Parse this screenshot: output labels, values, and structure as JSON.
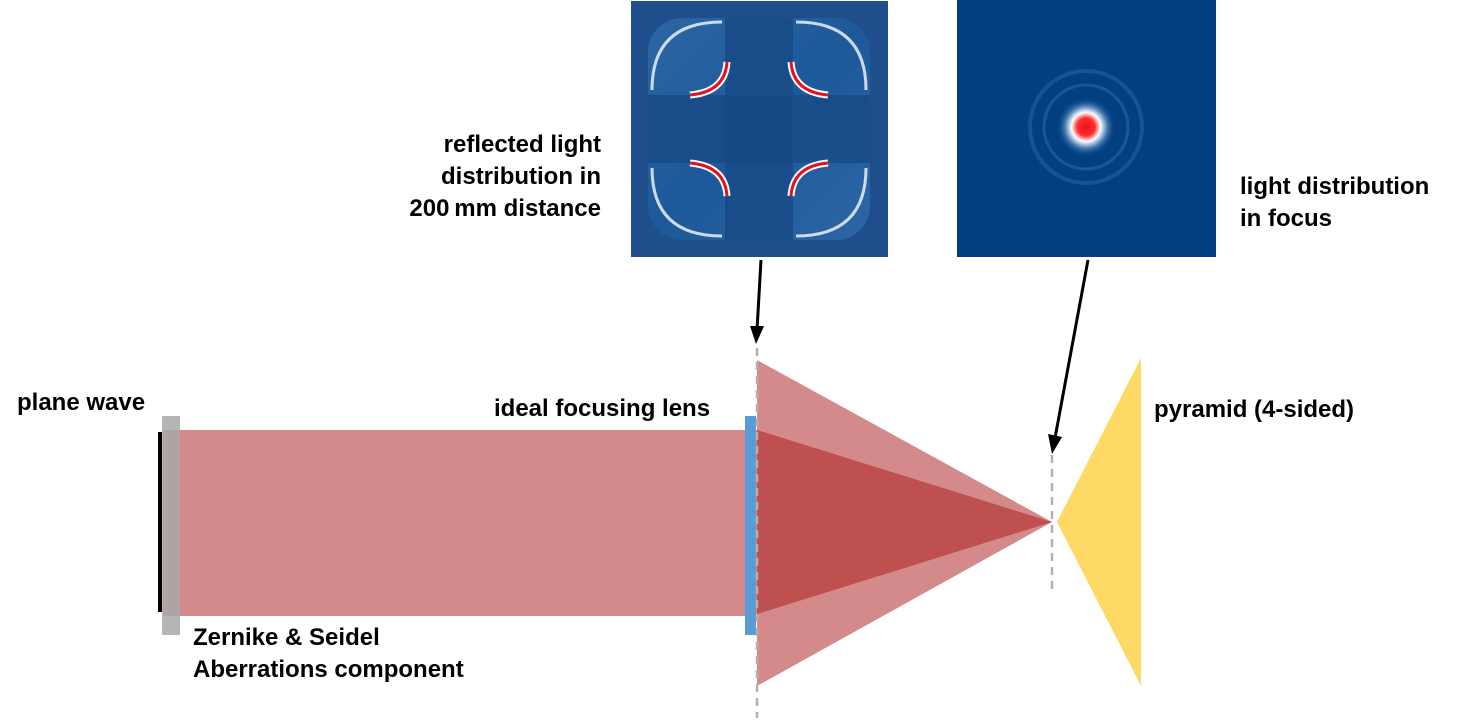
{
  "labels": {
    "plane_wave": "plane wave",
    "ideal_lens": "ideal focusing lens",
    "aberration": [
      "Zernike & Seidel",
      "Aberrations component"
    ],
    "reflected": [
      "reflected light",
      "distribution in",
      "200 mm distance"
    ],
    "focus": [
      "light distribution",
      "in focus"
    ],
    "pyramid": "pyramid (4-sided)"
  },
  "colors": {
    "beam": "#d48a8a",
    "beam_core": "#bf5050",
    "lens": "#5b9bd5",
    "aberration_plate": "#a8a8a8",
    "pyramid": "#ffd966",
    "inset_background": "#003f80",
    "hotspot": "#e8101a"
  }
}
